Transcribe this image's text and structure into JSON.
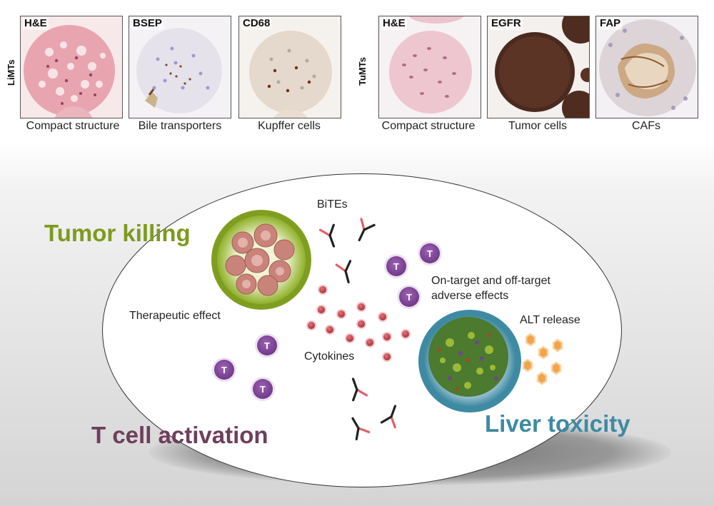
{
  "liver_group": {
    "label": "LiMTs"
  },
  "tumor_group": {
    "label": "TuMTs"
  },
  "panels": [
    {
      "tag": "H&E",
      "caption": "Compact structure"
    },
    {
      "tag": "BSEP",
      "caption": "Bile transporters"
    },
    {
      "tag": "CD68",
      "caption": "Kupffer cells"
    },
    {
      "tag": "H&E",
      "caption": "Compact structure"
    },
    {
      "tag": "EGFR",
      "caption": "Tumor cells"
    },
    {
      "tag": "FAP",
      "caption": "CAFs"
    }
  ],
  "diagram": {
    "tumor_killing": "Tumor killing",
    "therapeutic_effect": "Therapeutic effect",
    "bites": "BiTEs",
    "adverse_effects_line1": "On-target and off-target",
    "adverse_effects_line2": "adverse effects",
    "alt_release": "ALT release",
    "cytokines": "Cytokines",
    "t_cell_activation": "T cell activation",
    "liver_toxicity": "Liver toxicity",
    "t_cell_label": "T"
  },
  "colors": {
    "tumor_killing": "#7e9a1e",
    "t_cell_activation": "#6e3f5c",
    "liver_toxicity": "#3e8aa3",
    "t_cell": "#8a4ea0",
    "cytokine": "#c0404a",
    "alt": "#f0a040"
  }
}
